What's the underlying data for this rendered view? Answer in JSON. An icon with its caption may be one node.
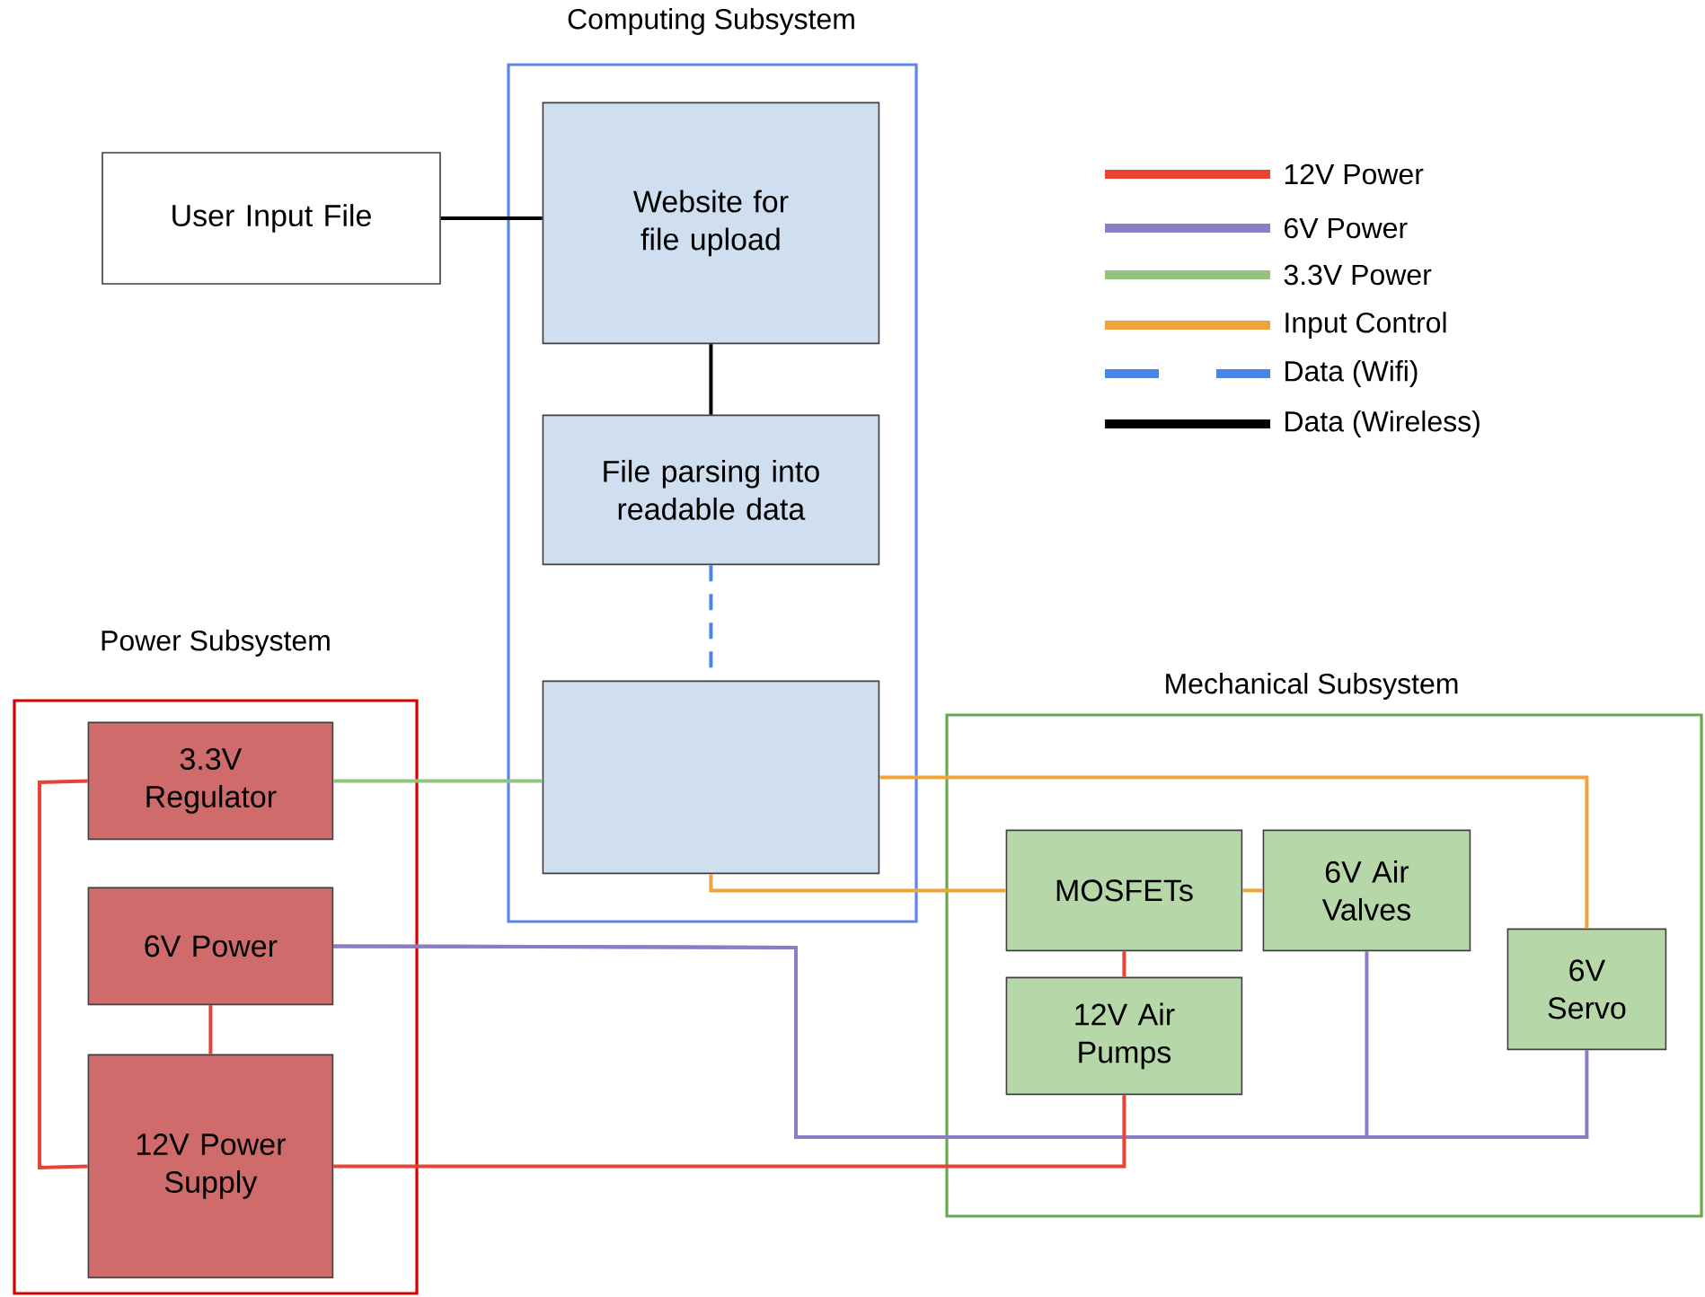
{
  "diagram": {
    "nodes": [
      {
        "text": [
          "Power Subsystem"
        ]
      },
      {
        "text": [
          "3.3V Regulator"
        ],
        "in": 0
      },
      {
        "text": [
          "6V Power"
        ],
        "in": 0
      },
      {
        "text": [
          "12V Power Supply"
        ],
        "in": 0
      },
      {
        "text": [
          "Computing Subsystem"
        ]
      },
      {
        "text": [
          "Website for file upload"
        ],
        "in": 4
      },
      {
        "text": [
          "File parsing into readable data"
        ],
        "in": 4
      },
      {
        "text": [],
        "shape": "box",
        "in": 4
      },
      {
        "text": [
          "Mechanical Subsystem"
        ]
      },
      {
        "text": [
          "MOSFETs"
        ],
        "in": 8
      },
      {
        "text": [
          "6V Air Valves"
        ],
        "in": 8
      },
      {
        "text": [
          "12V Air Pumps"
        ],
        "in": 8
      },
      {
        "text": [
          "6V Servo"
        ],
        "in": 8
      },
      {
        "text": [
          "User Input File"
        ]
      }
    ],
    "edges": [
      {
        "from": 13,
        "to": 5,
        "arrow": "none",
        "color": "#000000"
      },
      {
        "from": 5,
        "to": 6,
        "arrow": "none",
        "color": "#000000"
      },
      {
        "from": 6,
        "to": 7,
        "arrow": "none",
        "style": "dashed",
        "color": "#4a86e8"
      },
      {
        "from": 1,
        "to": 7,
        "arrow": "none",
        "color": "#93c47d"
      },
      {
        "from": 7,
        "to": 12,
        "arrow": "none",
        "color": "#f0a33c"
      },
      {
        "from": 7,
        "to": 9,
        "arrow": "none",
        "color": "#f0a33c"
      },
      {
        "from": 9,
        "to": 10,
        "arrow": "none",
        "color": "#f0a33c"
      },
      {
        "from": 2,
        "to": 10,
        "arrow": "none",
        "color": "#8e7cc3"
      },
      {
        "from": 2,
        "to": 12,
        "arrow": "none",
        "color": "#8e7cc3"
      },
      {
        "from": 2,
        "to": 3,
        "arrow": "none",
        "color": "#ea4335"
      },
      {
        "from": 3,
        "to": 1,
        "arrow": "none",
        "color": "#ea4335"
      },
      {
        "from": 3,
        "to": 11,
        "arrow": "none",
        "color": "#ea4335"
      },
      {
        "from": 9,
        "to": 11,
        "arrow": "none",
        "color": "#ea4335"
      }
    ],
    "legend": [
      {
        "text": "12V Power",
        "color": "#ea4335"
      },
      {
        "text": "6V Power",
        "color": "#8e7cc3"
      },
      {
        "text": "3.3V Power",
        "color": "#93c47d"
      },
      {
        "text": "Input Control",
        "color": "#f0a33c"
      },
      {
        "text": "Data (Wifi)",
        "color": "#4a86e8"
      },
      {
        "text": "Data (Wireless)",
        "color": "#000000"
      }
    ]
  }
}
